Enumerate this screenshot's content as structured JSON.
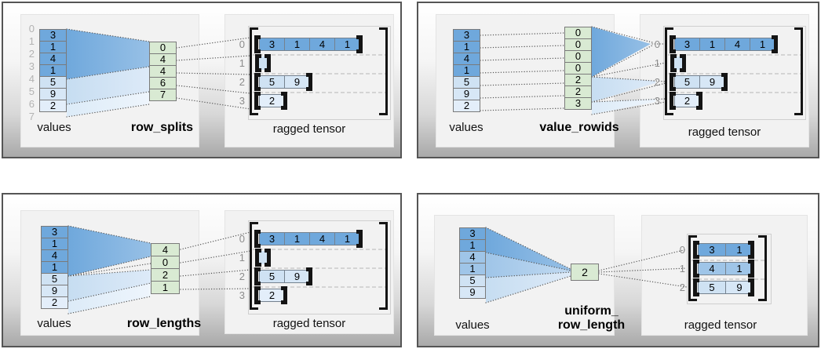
{
  "colors": {
    "blue_dark": "#6fa8dc",
    "blue_mid": "#9fc5e8",
    "blue_light": "#cfe2f3",
    "blue_pale": "#e3eefa",
    "green": "#d9ead3",
    "panel_border": "#555555",
    "box_bg": "#f2f2f2"
  },
  "panels": [
    {
      "method": "row_splits",
      "values_label": "values",
      "tensor_label": "ragged tensor",
      "boundary_indices": [
        "0",
        "1",
        "2",
        "3",
        "4",
        "5",
        "6",
        "7"
      ],
      "values": [
        "3",
        "1",
        "4",
        "1",
        "5",
        "9",
        "2"
      ],
      "param": [
        "0",
        "4",
        "4",
        "6",
        "7"
      ],
      "rows": [
        {
          "index": "0",
          "cells": [
            "3",
            "1",
            "4",
            "1"
          ]
        },
        {
          "index": "1",
          "cells": []
        },
        {
          "index": "2",
          "cells": [
            "5",
            "9"
          ]
        },
        {
          "index": "3",
          "cells": [
            "2"
          ]
        }
      ]
    },
    {
      "method": "value_rowids",
      "values_label": "values",
      "tensor_label": "ragged tensor",
      "values": [
        "3",
        "1",
        "4",
        "1",
        "5",
        "9",
        "2"
      ],
      "param": [
        "0",
        "0",
        "0",
        "0",
        "2",
        "2",
        "3"
      ],
      "rows": [
        {
          "index": "0",
          "cells": [
            "3",
            "1",
            "4",
            "1"
          ]
        },
        {
          "index": "1",
          "cells": []
        },
        {
          "index": "2",
          "cells": [
            "5",
            "9"
          ]
        },
        {
          "index": "3",
          "cells": [
            "2"
          ]
        }
      ]
    },
    {
      "method": "row_lengths",
      "values_label": "values",
      "tensor_label": "ragged tensor",
      "values": [
        "3",
        "1",
        "4",
        "1",
        "5",
        "9",
        "2"
      ],
      "param": [
        "4",
        "0",
        "2",
        "1"
      ],
      "rows": [
        {
          "index": "0",
          "cells": [
            "3",
            "1",
            "4",
            "1"
          ]
        },
        {
          "index": "1",
          "cells": []
        },
        {
          "index": "2",
          "cells": [
            "5",
            "9"
          ]
        },
        {
          "index": "3",
          "cells": [
            "2"
          ]
        }
      ]
    },
    {
      "method_line1": "uniform_",
      "method_line2": "row_length",
      "values_label": "values",
      "tensor_label": "ragged tensor",
      "values": [
        "3",
        "1",
        "4",
        "1",
        "5",
        "9"
      ],
      "param": [
        "2"
      ],
      "rows": [
        {
          "index": "0",
          "cells": [
            "3",
            "1"
          ]
        },
        {
          "index": "1",
          "cells": [
            "4",
            "1"
          ]
        },
        {
          "index": "2",
          "cells": [
            "5",
            "9"
          ]
        }
      ]
    }
  ]
}
